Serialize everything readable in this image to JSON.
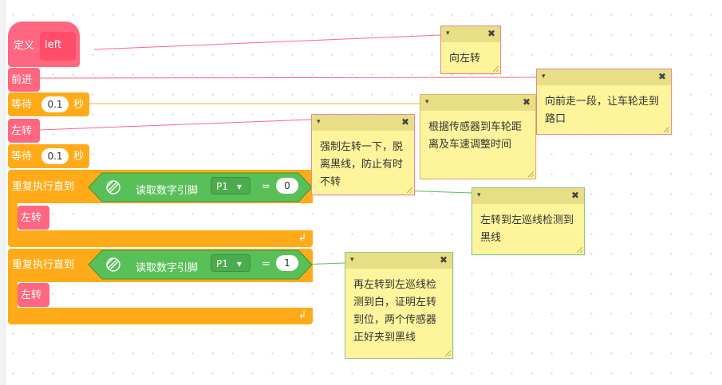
{
  "define_block": {
    "label": "定义",
    "name": "left"
  },
  "forward_block": {
    "label": "前进"
  },
  "wait1": {
    "label": "等待",
    "value": "0.1",
    "unit": "秒"
  },
  "turn_left_block": {
    "label": "左转"
  },
  "wait2": {
    "label": "等待",
    "value": "0.1",
    "unit": "秒"
  },
  "repeat1": {
    "label": "重复执行直到",
    "sensor_label": "读取数字引脚",
    "pin": "P1",
    "dropdown_icon": "▾",
    "op": "=",
    "value": "0",
    "body_label": "左转"
  },
  "repeat2": {
    "label": "重复执行直到",
    "sensor_label": "读取数字引脚",
    "pin": "P1",
    "dropdown_icon": "▾",
    "op": "=",
    "value": "1",
    "body_label": "左转"
  },
  "icons": {
    "collapse": "▾",
    "close": "✖",
    "loop": "↲",
    "sensor": "light-sensor-icon"
  },
  "colors": {
    "procedure": "#ff6680",
    "control": "#ffab19",
    "sensing": "#59c059",
    "comment": "#fef49c"
  },
  "comments": [
    {
      "text": "向左转"
    },
    {
      "text": "向前走一段，让车轮走到路口"
    },
    {
      "text": "根据传感器到车轮距离及车速调整时间"
    },
    {
      "text": "强制左转一下，脱离黑线，防止有时不转"
    },
    {
      "text": "左转到左巡线检测到黑线"
    },
    {
      "text": "再左转到左巡线检测到白，证明左转到位，两个传感器正好夹到黑线"
    }
  ]
}
